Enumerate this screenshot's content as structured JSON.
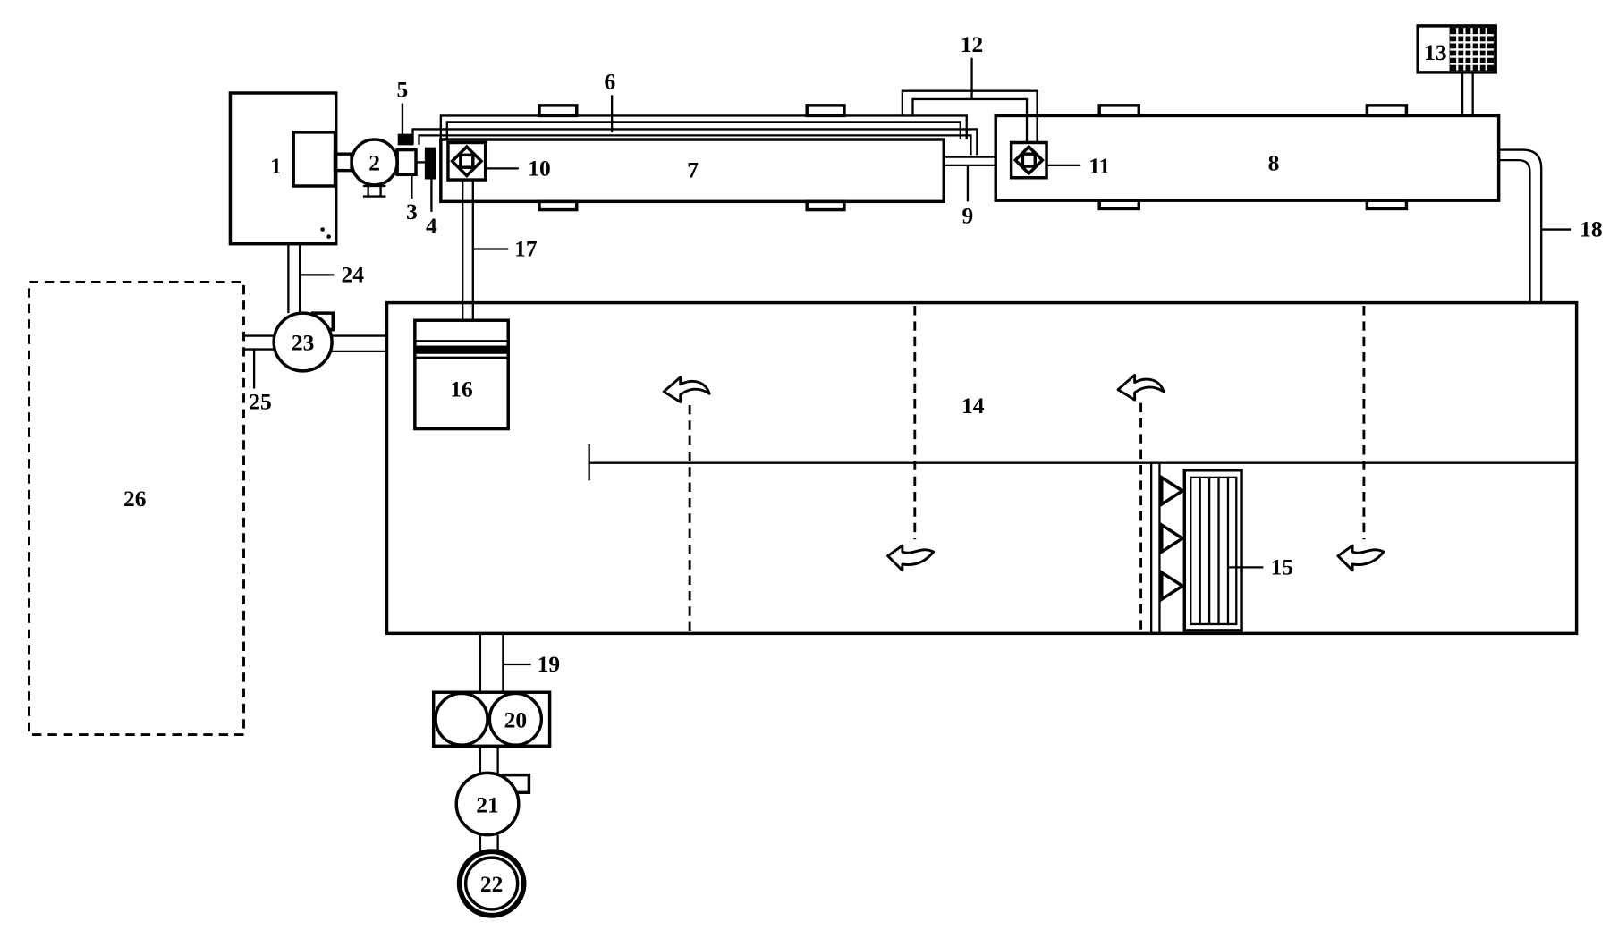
{
  "labels": {
    "n1": "1",
    "n2": "2",
    "n3": "3",
    "n4": "4",
    "n5": "5",
    "n6": "6",
    "n7": "7",
    "n8": "8",
    "n9": "9",
    "n10": "10",
    "n11": "11",
    "n12": "12",
    "n13": "13",
    "n14": "14",
    "n15": "15",
    "n16": "16",
    "n17": "17",
    "n18": "18",
    "n19": "19",
    "n20": "20",
    "n21": "21",
    "n22": "22",
    "n23": "23",
    "n24": "24",
    "n25": "25",
    "n26": "26"
  },
  "colors": {
    "line": "#000000",
    "background": "#ffffff"
  }
}
